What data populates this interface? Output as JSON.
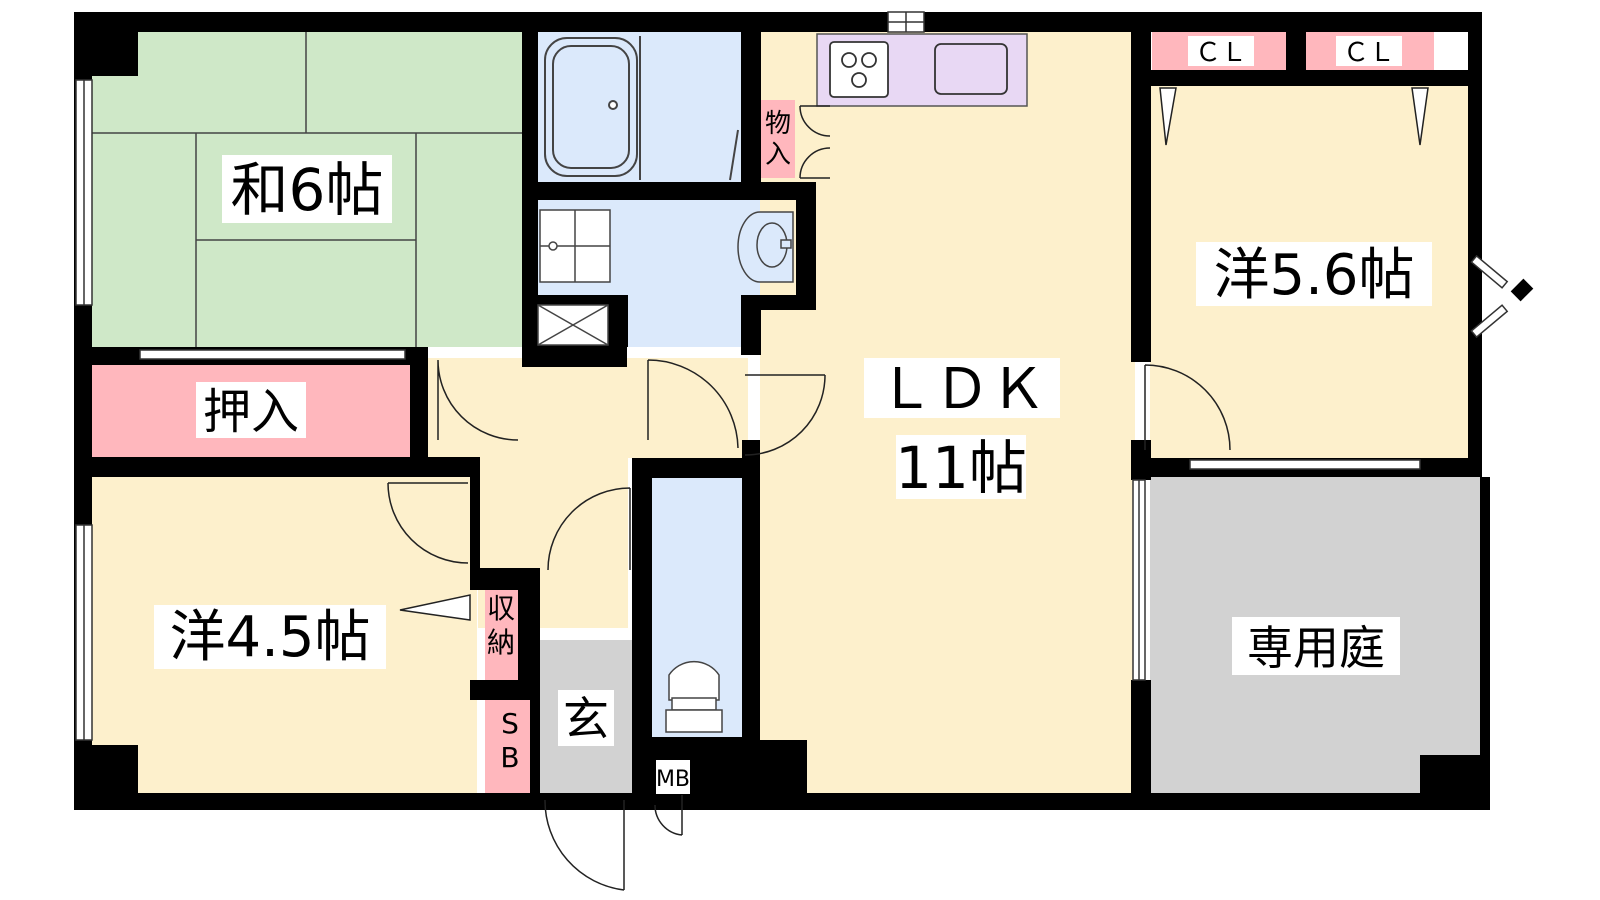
{
  "rooms": {
    "washitsu": "和6帖",
    "oshiire": "押入",
    "yoshitsu_45": "洋4.5帖",
    "shuno": [
      "収",
      "納"
    ],
    "sb": [
      "S",
      "B"
    ],
    "genkan": "玄",
    "mb": "MB",
    "monoire": [
      "物",
      "入"
    ],
    "ldk": "ＬＤＫ",
    "ldk_size": "11帖",
    "yoshitsu_56": "洋5.6帖",
    "cl_left": "ＣＬ",
    "cl_right": "ＣＬ",
    "garden": "専用庭"
  },
  "colors": {
    "wall": "#000000",
    "tatami": "#cfe8c8",
    "storage": "#ffb7bd",
    "floor": "#fdf0cc",
    "water": "#dbe9fb",
    "kitchen": "#e8d8f4",
    "entrance": "#d2d2d2",
    "garden": "#d2d2d2"
  }
}
